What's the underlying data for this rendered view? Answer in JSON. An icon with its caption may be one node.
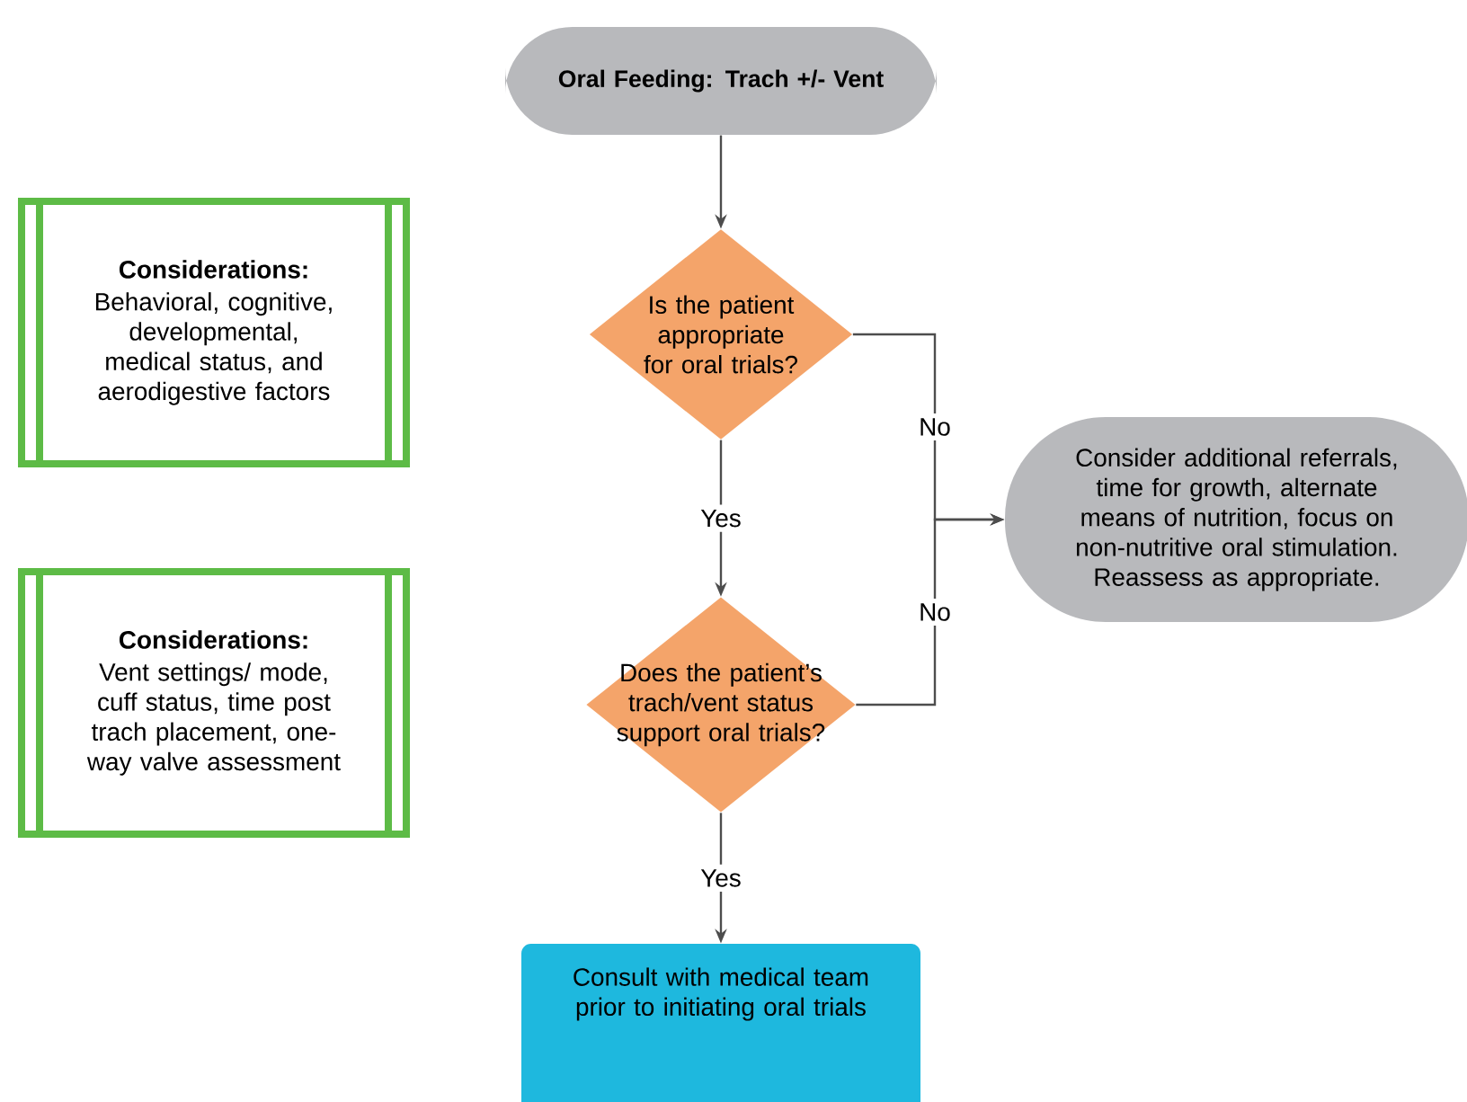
{
  "diagram": {
    "nodes": [
      {
        "text": [
          "Oral Feeding: Trach +/- Vent"
        ]
      },
      {
        "text": [
          "Considerations:",
          "Behavioral, cognitive, developmental, medical status, and aerodigestive factors"
        ]
      },
      {
        "text": [
          "Is the patient appropriate for oral trials?"
        ]
      },
      {
        "text": [
          "Consider additional referrals, time for growth, alternate means of nutrition, focus on non-nutritive oral stimulation. Reassess as appropriate."
        ]
      },
      {
        "text": [
          "Considerations:",
          "Vent settings/ mode, cuff status, time post trach placement, one-way valve assessment"
        ]
      },
      {
        "text": [
          "Does the patient’s trach/vent status support oral trials?"
        ]
      },
      {
        "text": [
          "Consult with medical team prior to initiating oral trials"
        ]
      }
    ],
    "edges": [
      {
        "from": 0,
        "to": 2,
        "arrow": "to"
      },
      {
        "from": 2,
        "to": 5,
        "arrow": "to",
        "label": "Yes"
      },
      {
        "from": 2,
        "to": 3,
        "arrow": "to",
        "label": "No"
      },
      {
        "from": 5,
        "to": 3,
        "arrow": "to",
        "label": "No"
      },
      {
        "from": 5,
        "to": 6,
        "arrow": "to",
        "label": "Yes"
      }
    ]
  }
}
